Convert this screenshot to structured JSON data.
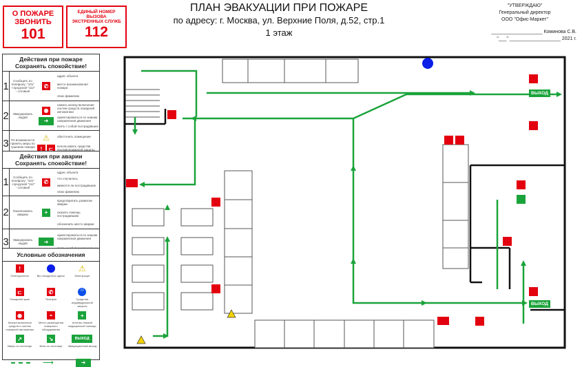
{
  "call_fire": {
    "line1": "О ПОЖАРЕ",
    "line2": "ЗВОНИТЬ",
    "number": "101"
  },
  "call_emergency": {
    "line1": "ЕДИНЫЙ НОМЕР",
    "line2": "ВЫЗОВА",
    "line3": "ЭКСТРЕННЫХ СЛУЖБ",
    "number": "112"
  },
  "header": {
    "title": "ПЛАН ЭВАКУАЦИИ ПРИ ПОЖАРЕ",
    "address": "по адресу: г. Москва, ул. Верхние Поля, д.52, стр.1",
    "floor": "1 этаж"
  },
  "approval": {
    "line1": "\"УТВЕРЖДАЮ\"",
    "line2": "Генеральный директор",
    "line3": "ООО \"Офис-Маркет\"",
    "signer": "___________________ Коминова С.В.",
    "date": "\"___\" ___________________ 2021 г."
  },
  "fire_actions": {
    "title1": "Действия при пожаре",
    "title2": "Сохранять спокойствие!",
    "rows": [
      {
        "num": "1",
        "action": "Сообщить по телефону: \"101\" - городской \"112\" - сотовый",
        "desc": [
          "адрес объекта",
          "место возникновения пожара",
          "свою фамилию"
        ]
      },
      {
        "num": "2",
        "action": "Эвакуировать людей",
        "desc": [
          "нажать кнопку включения систем средств пожарной автоматики",
          "ориентироваться по знакам направления движения",
          "взять с собой пострадавших"
        ]
      },
      {
        "num": "3",
        "action": "По возможности принять меры по тушению пожара",
        "desc": [
          "обесточить помещение",
          "использовать средства противопожарной защиты"
        ]
      }
    ]
  },
  "accident_actions": {
    "title1": "Действия при аварии",
    "title2": "Сохранять спокойствие!",
    "rows": [
      {
        "num": "1",
        "action": "Сообщить по телефону: \"101\" - городской \"112\" - сотовый",
        "desc": [
          "адрес объекта",
          "что случилось",
          "имеются ли пострадавшие",
          "свою фамилию"
        ]
      },
      {
        "num": "2",
        "action": "Локализовать аварию",
        "desc": [
          "предотвратить развитие аварии",
          "оказать помощь пострадавшим",
          "обозначить место аварии"
        ]
      },
      {
        "num": "3",
        "action": "Эвакуировать людей",
        "desc": [
          "ориентироваться по знакам направления движения",
          "взять с собой пострадавших"
        ]
      }
    ]
  },
  "legend": {
    "title": "Условные обозначения",
    "items": [
      "Огнетушитель",
      "Вы находитесь здесь!",
      "Электрощит",
      "Пожарный кран",
      "Телефон",
      "Средства индивидуальной защиты",
      "Кнопка включения средств и систем пожарной автоматики",
      "Место размещения пожарного оборудования",
      "Аптечка первой медицинской помощи",
      "Вверх по лестнице",
      "Вниз по лестнице",
      "Эвакуационный выход"
    ],
    "exit_sign": "ВЫХОД"
  },
  "plan": {
    "exit_label": "ВЫХОД"
  },
  "colors": {
    "red": "#e3000f",
    "green": "#1aa33a",
    "blue": "#0a1ee8"
  }
}
